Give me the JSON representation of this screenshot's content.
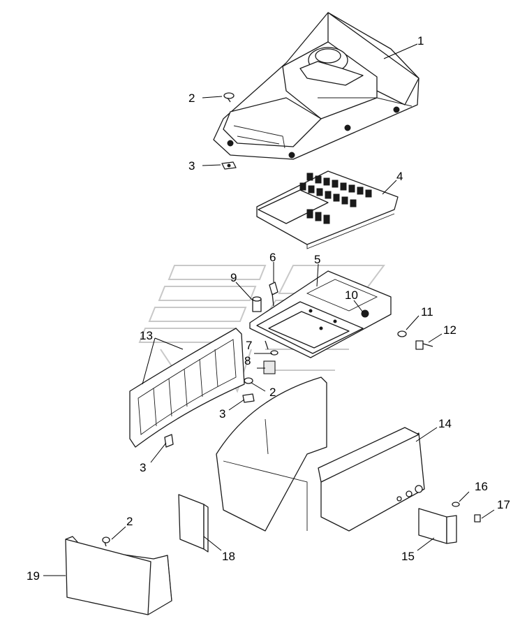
{
  "diagram": {
    "callouts": [
      {
        "id": "c1",
        "text": "1"
      },
      {
        "id": "c2a",
        "text": "2"
      },
      {
        "id": "c3a",
        "text": "3"
      },
      {
        "id": "c4",
        "text": "4"
      },
      {
        "id": "c5",
        "text": "5"
      },
      {
        "id": "c6",
        "text": "6"
      },
      {
        "id": "c9",
        "text": "9"
      },
      {
        "id": "c10",
        "text": "10"
      },
      {
        "id": "c11",
        "text": "11"
      },
      {
        "id": "c12",
        "text": "12"
      },
      {
        "id": "c13",
        "text": "13"
      },
      {
        "id": "c7",
        "text": "7"
      },
      {
        "id": "c8",
        "text": "8"
      },
      {
        "id": "c2b",
        "text": "2"
      },
      {
        "id": "c3b",
        "text": "3"
      },
      {
        "id": "c3c",
        "text": "3"
      },
      {
        "id": "c14",
        "text": "14"
      },
      {
        "id": "c16",
        "text": "16"
      },
      {
        "id": "c17",
        "text": "17"
      },
      {
        "id": "c2c",
        "text": "2"
      },
      {
        "id": "c18",
        "text": "18"
      },
      {
        "id": "c15",
        "text": "15"
      },
      {
        "id": "c19",
        "text": "19"
      }
    ]
  }
}
